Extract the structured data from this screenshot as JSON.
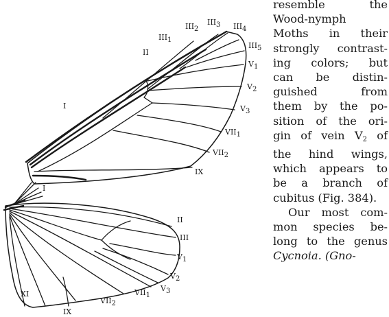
{
  "figure": {
    "fore_wing_labels": {
      "iii1": "III",
      "iii1_sub": "1",
      "iii2": "III",
      "iii2_sub": "2",
      "iii3": "III",
      "iii3_sub": "3",
      "iii4": "III",
      "iii4_sub": "4",
      "iii5": "III",
      "iii5_sub": "5",
      "ii": "II",
      "i": "I",
      "v1": "V",
      "v1_sub": "1",
      "v2": "V",
      "v2_sub": "2",
      "v3": "V",
      "v3_sub": "3",
      "vii1": "VII",
      "vii1_sub": "1",
      "vii2": "VII",
      "vii2_sub": "2",
      "ix": "IX"
    },
    "hind_wing_labels": {
      "i": "I",
      "ii": "II",
      "iii": "III",
      "v1": "V",
      "v1_sub": "1",
      "v2": "V",
      "v2_sub": "2",
      "v3": "V",
      "v3_sub": "3",
      "vii1": "VII",
      "vii1_sub": "1",
      "vii2": "VII",
      "vii2_sub": "2",
      "ix": "IX",
      "xi": "XI"
    }
  },
  "text": {
    "lines": [
      {
        "pre": "resemble the"
      },
      {
        "pre": "Wood-nymph"
      },
      {
        "pre": "Moths in their"
      },
      {
        "pre": "strongly contrast-"
      },
      {
        "pre": "ing colors; but"
      },
      {
        "pre": "can be distin-"
      },
      {
        "pre": "guished from"
      },
      {
        "pre": "them by the po-"
      },
      {
        "pre": "sition of the ori-"
      },
      {
        "pre": "gin of vein V",
        "sub": "2",
        "post": " of"
      },
      {
        "pre": "the hind wings,"
      },
      {
        "pre": "which appears to"
      },
      {
        "pre": "be a branch of"
      },
      {
        "pre": "cubitus (Fig. 384)."
      },
      {
        "pre": "Our most com-"
      },
      {
        "pre": "mon species be-"
      },
      {
        "pre": "long to the genus"
      },
      {
        "pre": "Cycnoia. (Gno-"
      }
    ]
  }
}
